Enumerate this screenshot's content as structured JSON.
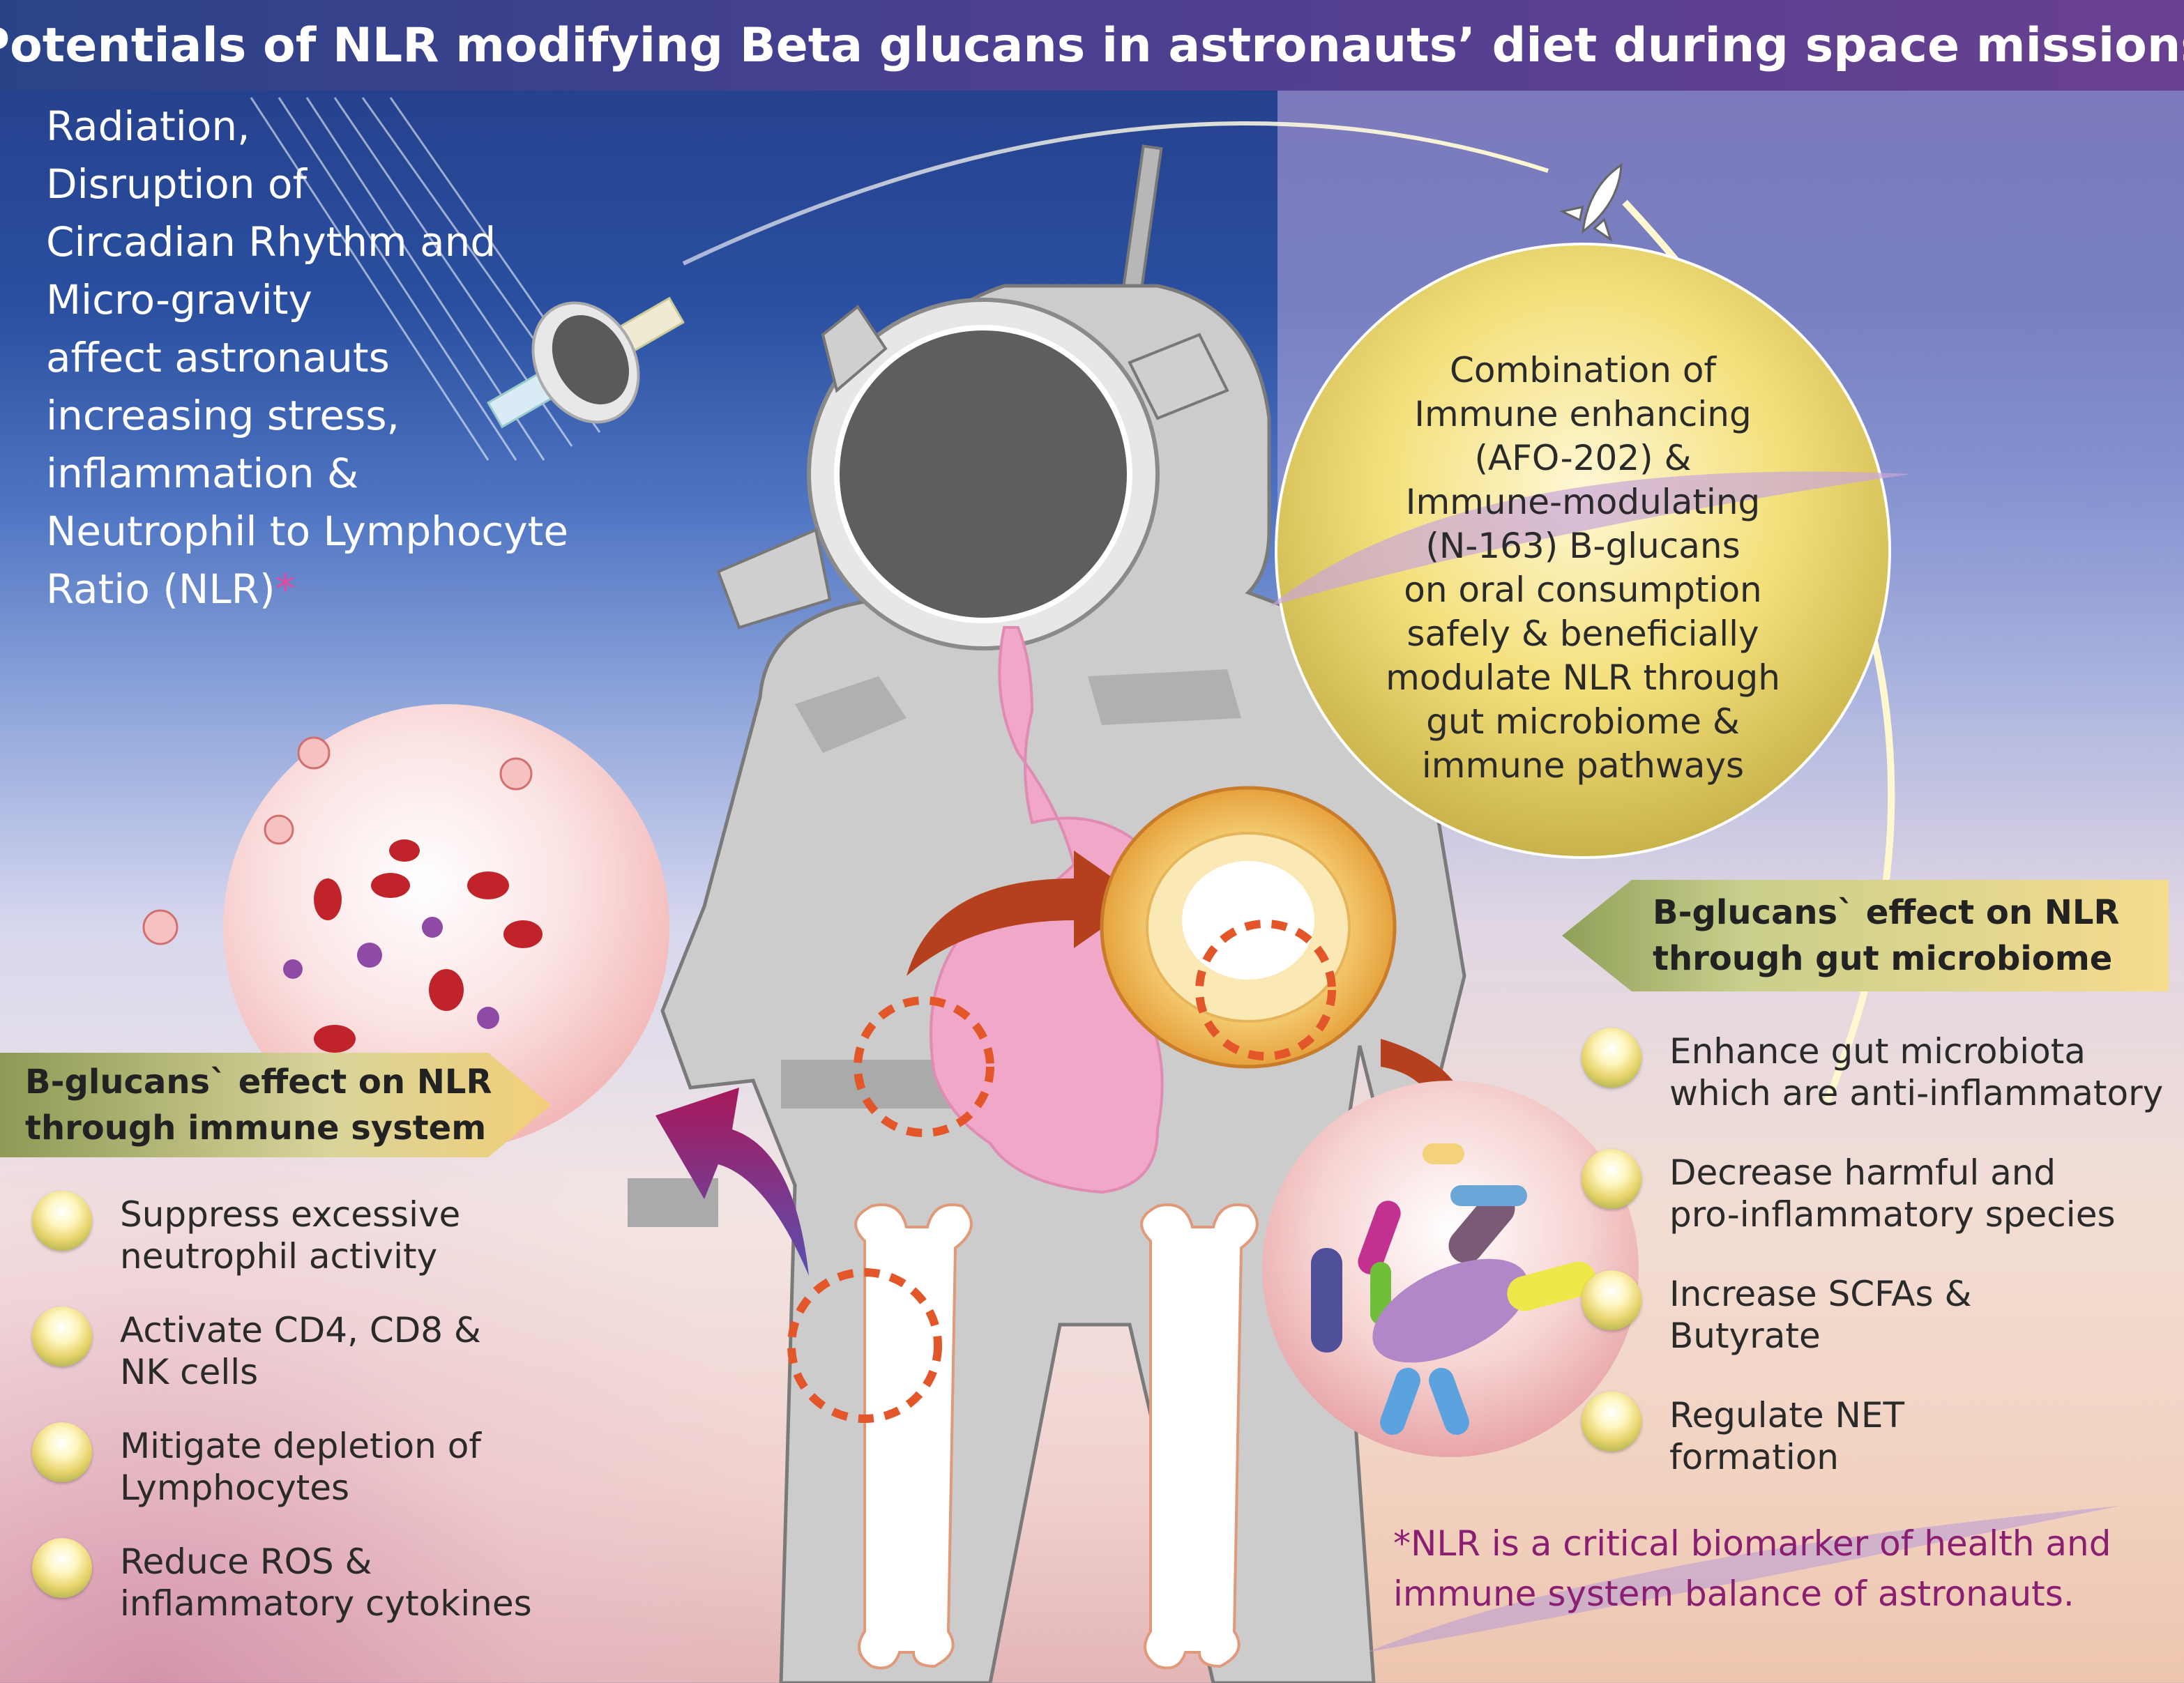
{
  "title": "Potentials of NLR modifying Beta glucans in astronauts’  diet during space missions",
  "stress": {
    "lines": [
      "Radiation,",
      "Disruption of",
      "Circadian Rhythm and",
      "Micro-gravity",
      "affect astronauts",
      "increasing stress,",
      "inflammation &",
      "Neutrophil to Lymphocyte",
      "Ratio (NLR)"
    ],
    "asterisk": "*"
  },
  "combination": {
    "lines": [
      "Combination of",
      "Immune enhancing",
      "(AFO-202) &",
      "Immune-modulating",
      "(N-163) B-glucans",
      "on oral consumption",
      "safely & beneficially",
      "modulate NLR through",
      "gut microbiome &",
      "immune pathways"
    ]
  },
  "gut_section": {
    "header_lines": [
      "B-glucans` effect on NLR",
      "through gut microbiome"
    ],
    "items": [
      {
        "lines": [
          "Enhance gut microbiota",
          "which are anti-inflammatory"
        ]
      },
      {
        "lines": [
          "Decrease harmful and",
          "pro-inflammatory species"
        ]
      },
      {
        "lines": [
          "Increase SCFAs &",
          "Butyrate"
        ]
      },
      {
        "lines": [
          "Regulate NET",
          "formation"
        ]
      }
    ]
  },
  "immune_section": {
    "header_lines": [
      "B-glucans` effect on NLR",
      "through immune system"
    ],
    "items": [
      {
        "lines": [
          "Suppress excessive",
          "neutrophil activity"
        ]
      },
      {
        "lines": [
          "Activate CD4, CD8 &",
          "NK cells"
        ]
      },
      {
        "lines": [
          "Mitigate depletion of",
          "Lymphocytes"
        ]
      },
      {
        "lines": [
          "Reduce ROS &",
          "inflammatory cytokines"
        ]
      }
    ]
  },
  "footnote": {
    "lines": [
      "*NLR is a critical biomarker of health and",
      "immune system balance of astronauts."
    ]
  },
  "colors": {
    "title_bar": "#3b4190",
    "footnote": "#8a1f72",
    "arrow": "#b5401e",
    "dashed_circle": "#e2562a",
    "intestine": "#f0a7c8",
    "suit": "#c8c8c8"
  }
}
